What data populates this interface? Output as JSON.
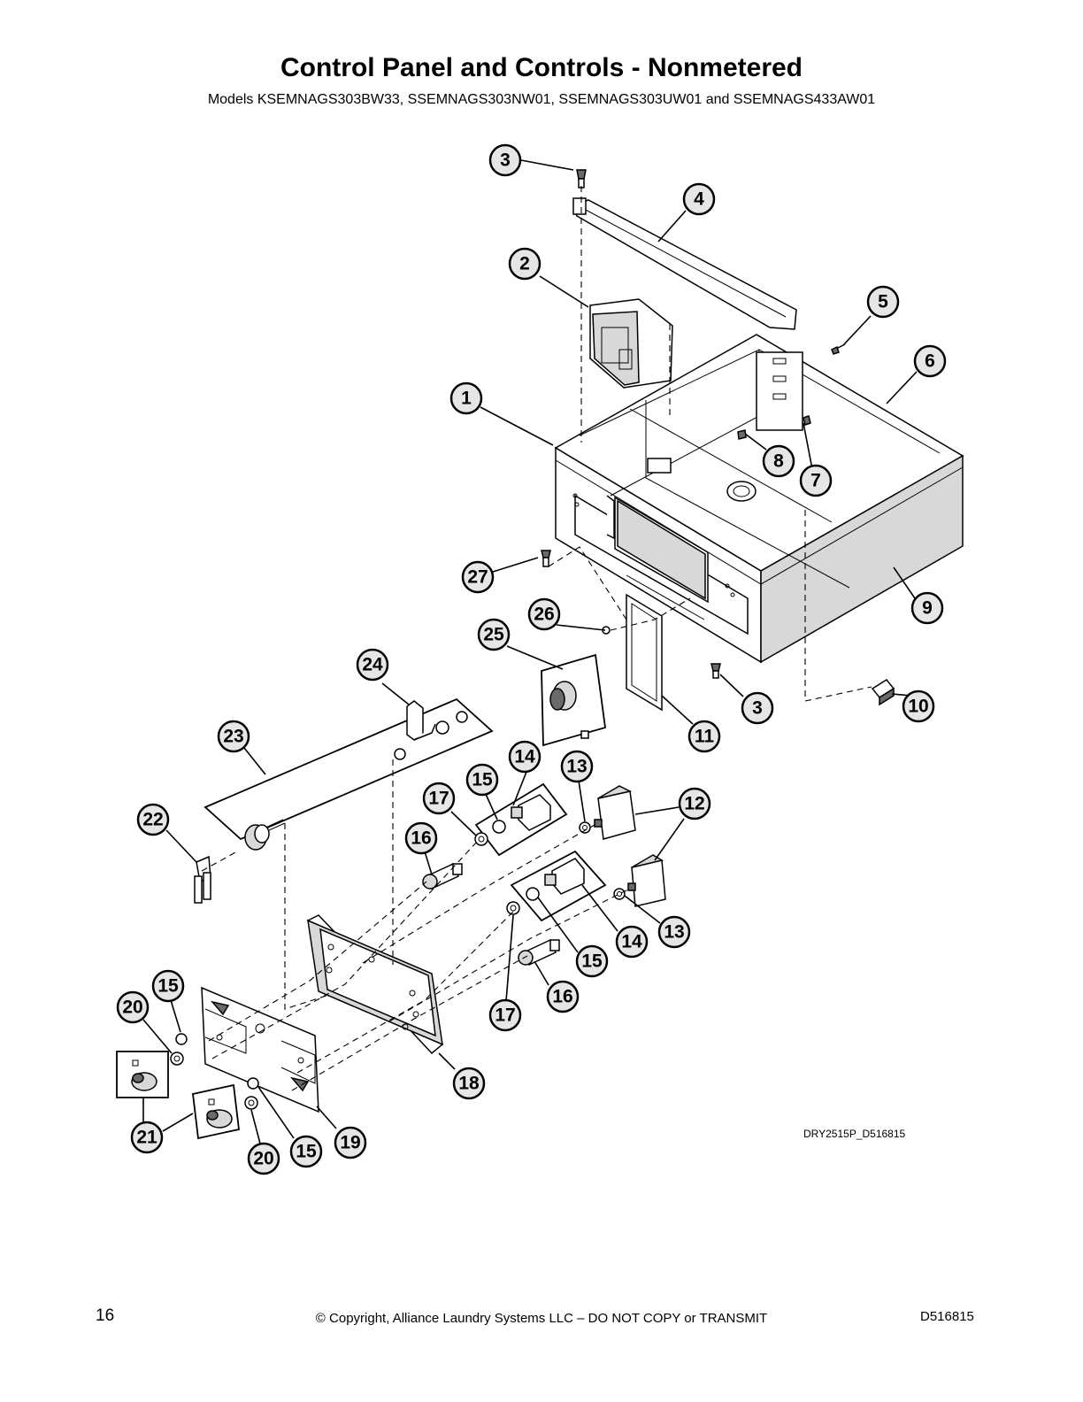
{
  "title": "Control Panel and Controls - Nonmetered",
  "subtitle": "Models KSEMNAGS303BW33, SSEMNAGS303NW01, SSEMNAGS303UW01 and SSEMNAGS433AW01",
  "drawing_code": "DRY2515P_D516815",
  "footer": {
    "page_number": "16",
    "copyright": "© Copyright, Alliance Laundry Systems LLC – DO NOT COPY or TRANSMIT",
    "document_number": "D516815"
  },
  "callouts": {
    "c3_top": "3",
    "c4": "4",
    "c2": "2",
    "c5": "5",
    "c6": "6",
    "c1": "1",
    "c8": "8",
    "c7": "7",
    "c27": "27",
    "c9": "9",
    "c26": "26",
    "c25": "25",
    "c24": "24",
    "c3_bottom": "3",
    "c10": "10",
    "c11": "11",
    "c23": "23",
    "c14_upper": "14",
    "c13_upper": "13",
    "c15_upper": "15",
    "c17_upper": "17",
    "c12": "12",
    "c22": "22",
    "c16_upper": "16",
    "c13_lower": "13",
    "c14_lower": "14",
    "c15_middle": "15",
    "c16_lower": "16",
    "c17_lower": "17",
    "c15_left": "15",
    "c20_left": "20",
    "c18": "18",
    "c21": "21",
    "c20_bottom": "20",
    "c15_bottom": "15",
    "c19": "19"
  },
  "colors": {
    "callout_fill": "#e6e6e6",
    "line": "#000000",
    "part_shade": "#d8d8d8"
  }
}
